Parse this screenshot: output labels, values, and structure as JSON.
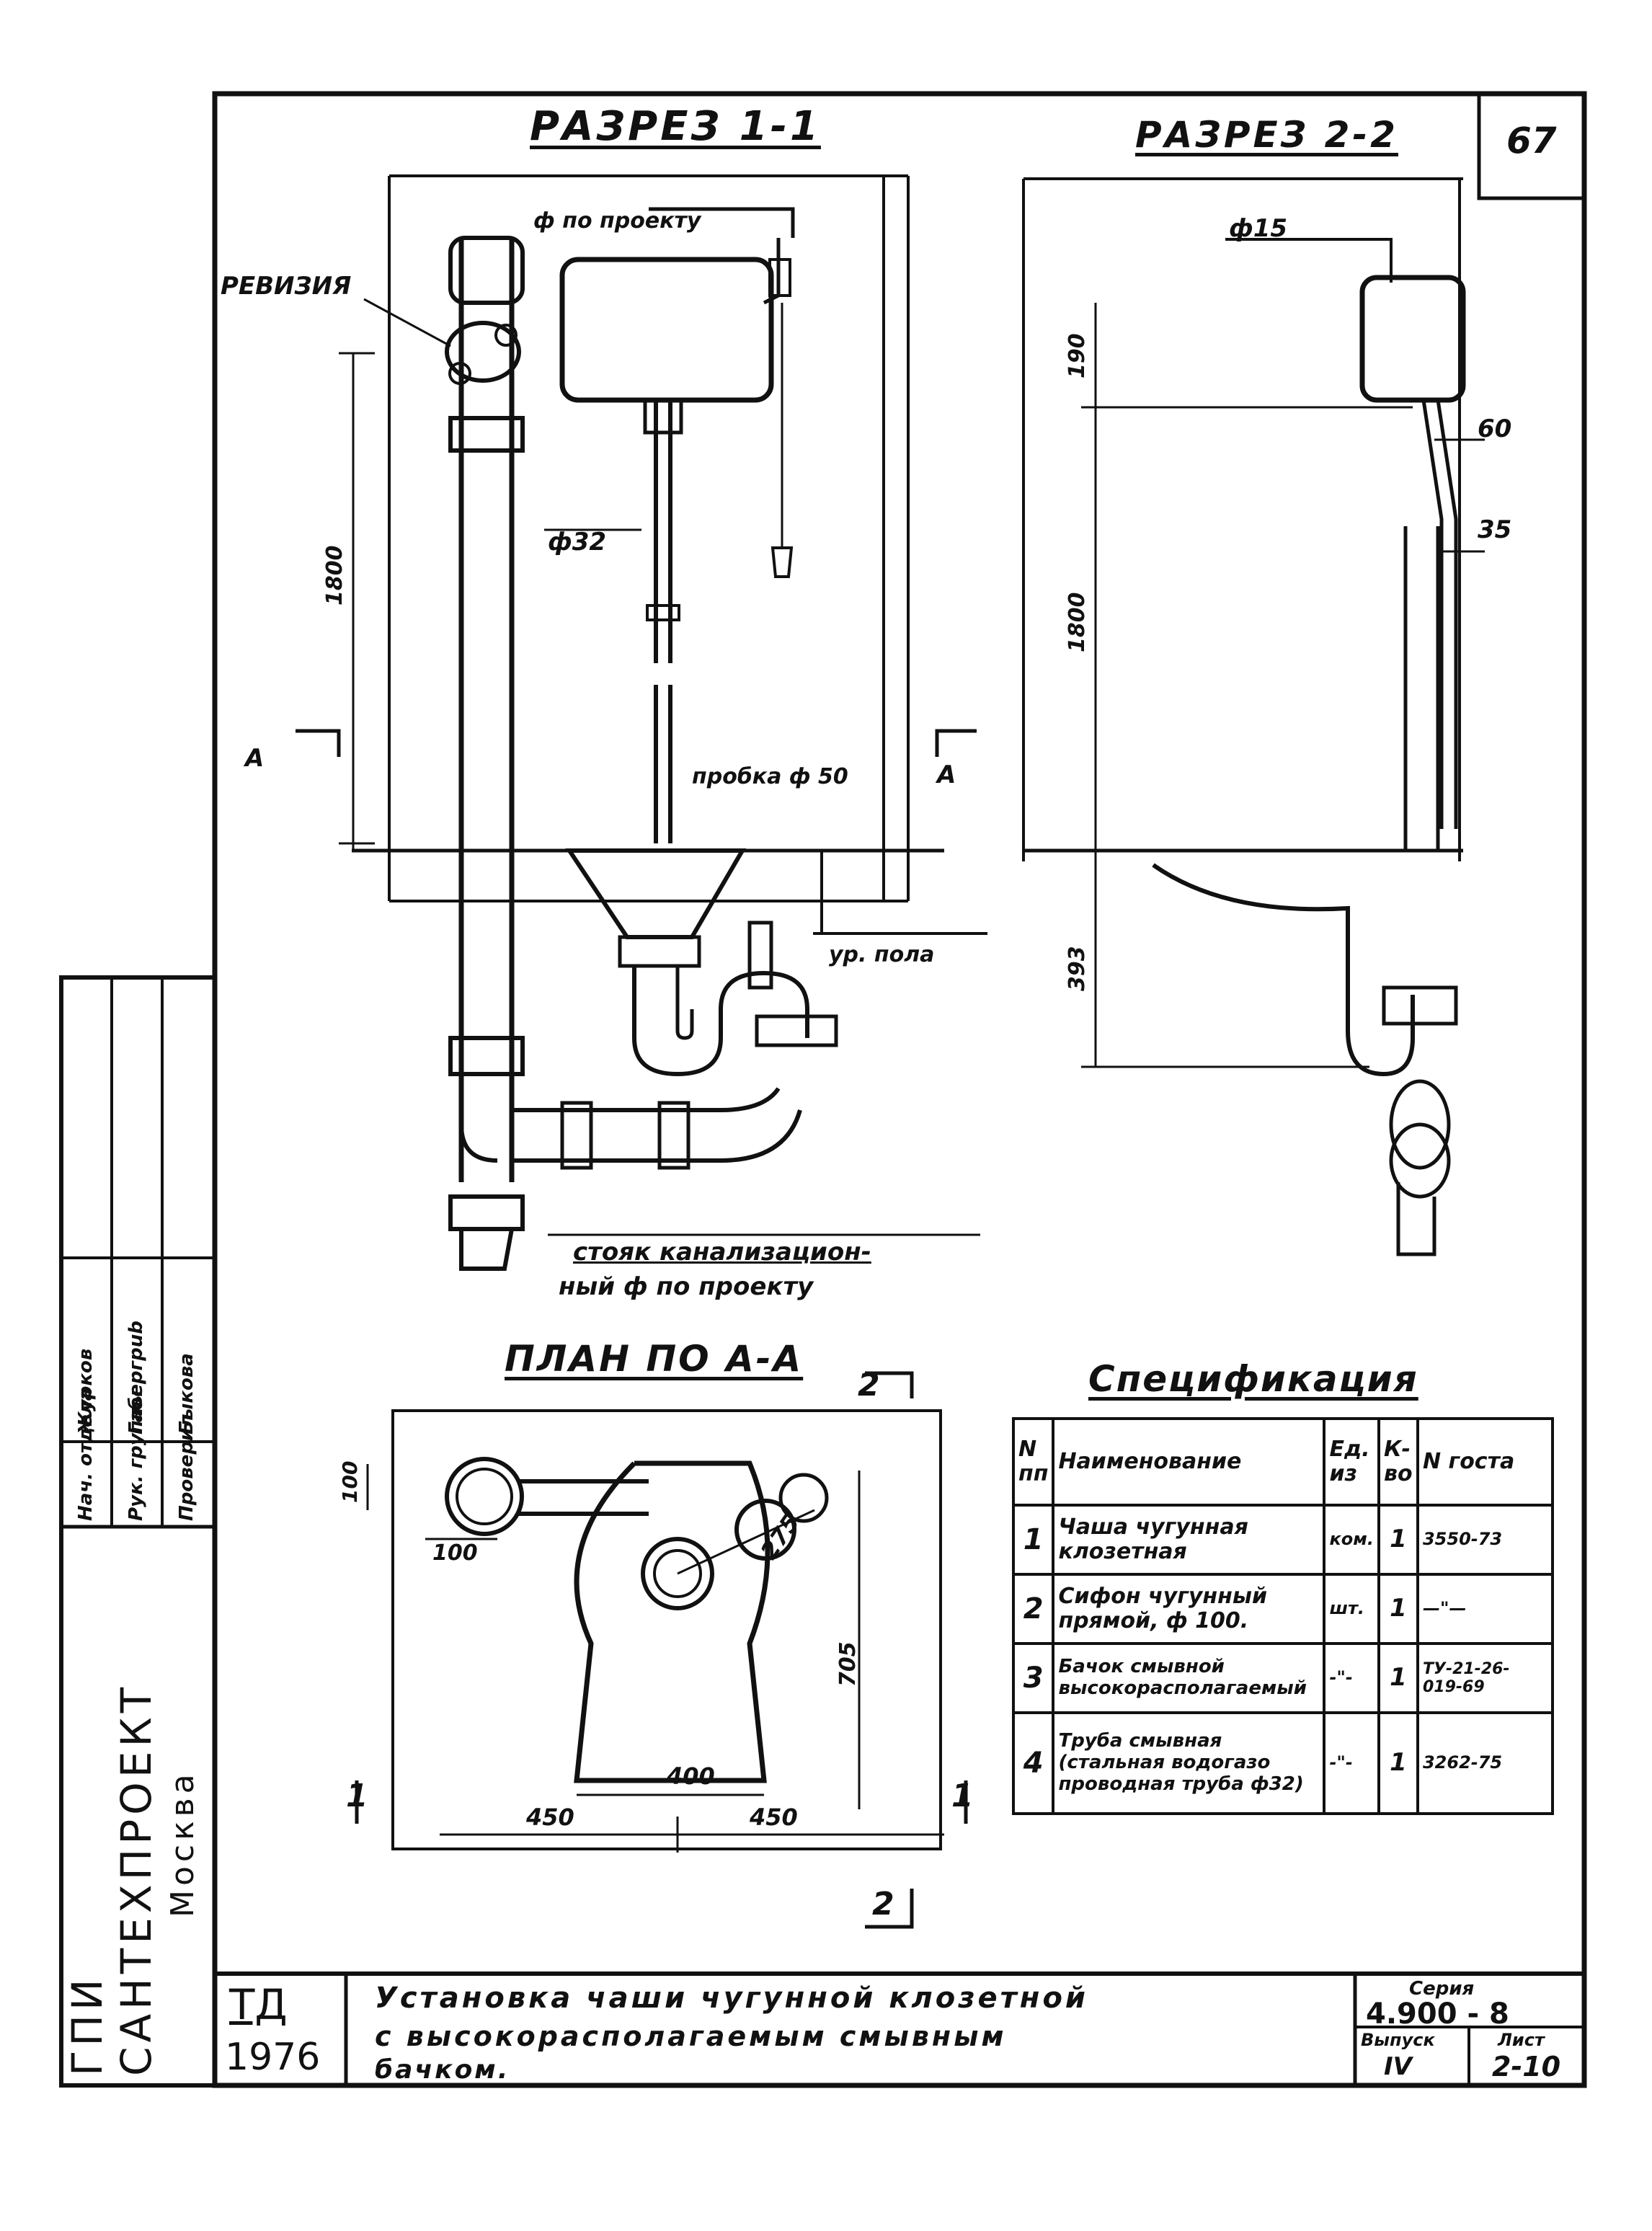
{
  "page_number": "67",
  "section_1": {
    "title": "РАЗРЕЗ 1-1",
    "labels": {
      "revision": "РЕВИЗИЯ",
      "supply_pipe": "ф по проекту",
      "flush_pipe": "ф32",
      "plug": "пробка ф 50",
      "floor_level": "ур. пола",
      "section_mark_left": "А",
      "section_mark_right": "А",
      "stack_line1": "стояк канализацион-",
      "stack_line2": "ный ф по проекту"
    },
    "dimensions": {
      "height": "1800"
    }
  },
  "section_2": {
    "title": "РАЗРЕЗ 2-2",
    "labels": {
      "supply": "ф15"
    },
    "dimensions": {
      "tank": "190",
      "d60": "60",
      "d35": "35",
      "height": "1800",
      "bowl": "393"
    }
  },
  "plan": {
    "title": "ПЛАН ПО А-А",
    "mark_top": "2",
    "mark_bottom": "2",
    "mark_left": "1",
    "mark_right": "1",
    "dimensions": {
      "d100_vert": "100",
      "d100_horiz": "100",
      "d275": "275",
      "d705": "705",
      "d400": "400",
      "d450_left": "450",
      "d450_right": "450"
    }
  },
  "spec": {
    "title": "Спецификация",
    "headers": {
      "num": "N пп",
      "name": "Наименование",
      "unit": "Ед. из",
      "qty": "К-во",
      "gost": "N госта"
    },
    "rows": [
      {
        "num": "1",
        "name": "Чаша чугунная клозетная",
        "unit": "ком.",
        "qty": "1",
        "gost": "3550-73"
      },
      {
        "num": "2",
        "name": "Сифон чугунный прямой, ф 100.",
        "unit": "шт.",
        "qty": "1",
        "gost": "—\"—"
      },
      {
        "num": "3",
        "name": "Бачок смывной высокорасполагаемый",
        "unit": "-\"-",
        "qty": "1",
        "gost": "ТУ-21-26-019-69"
      },
      {
        "num": "4",
        "name": "Труба смывная (стальная водогазо проводная труба ф32)",
        "unit": "-\"-",
        "qty": "1",
        "gost": "3262-75"
      }
    ]
  },
  "title_block": {
    "org_line1": "ГПИ",
    "org_line2": "САНТЕХПРОЕКТ",
    "org_line3": "Москва",
    "roles": [
      {
        "role": "Нач. отдела",
        "name": "Журков"
      },
      {
        "role": "Рук. группы",
        "name": "Габергрub"
      },
      {
        "role": "Проверил",
        "name": "Быкова"
      }
    ],
    "td": "ТД",
    "year": "1976",
    "description_line1": "Установка чаши чугунной клозетной",
    "description_line2": "с высокорасполагаемым смывным",
    "description_line3": "бачком.",
    "series_label": "Серия",
    "series_value": "4.900 - 8",
    "issue_label": "Выпуск",
    "issue_value": "IV",
    "sheet_label": "Лист",
    "sheet_value": "2-10"
  },
  "colors": {
    "ink": "#111111",
    "paper": "#ffffff"
  }
}
